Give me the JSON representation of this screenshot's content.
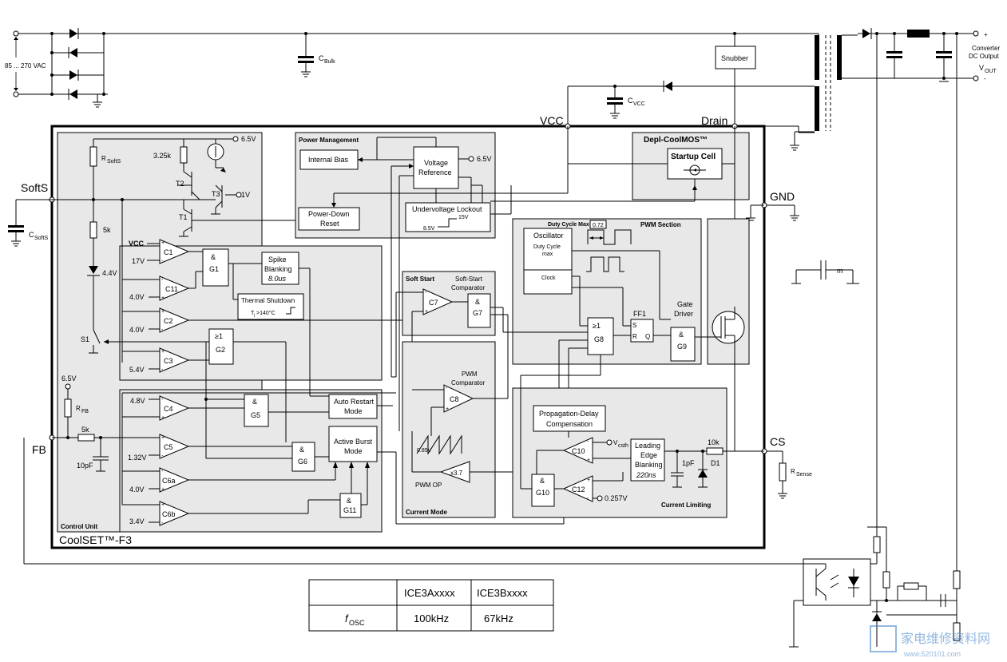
{
  "input": {
    "voltage_label": "85 ... 270 VAC"
  },
  "labels": {
    "cbulk": "C",
    "cbulk_sub": "Bulk",
    "cvcc": "C",
    "cvcc_sub": "VCC",
    "csofts": "C",
    "csofts_sub": "SoftS",
    "snubber": "Snubber",
    "converter_output": [
      "Converter",
      "DC Output"
    ],
    "vout": "V",
    "vout_sub": "OUT",
    "plus": "+",
    "minus": "-",
    "m": "m"
  },
  "pins": {
    "vcc": "VCC",
    "drain": "Drain",
    "softs": "SoftS",
    "gnd": "GND",
    "cs": "CS",
    "fb": "FB"
  },
  "chip_name": "CoolSET™-F3",
  "control_unit": {
    "title": "Control Unit",
    "v65": "6.5V",
    "r325k": "3.25k",
    "rsofts": "R",
    "rsofts_sub": "SoftS",
    "r5k": "5k",
    "t1": "T1",
    "t2": "T2",
    "t3": "T3",
    "t3_ref": "1V",
    "zener": "4.4V",
    "s1": "S1",
    "vcc_label": "VCC",
    "v17": "17V",
    "v40a": "4.0V",
    "v40b": "4.0V",
    "v54": "5.4V",
    "v65b": "6.5V",
    "rfb": "R",
    "rfb_sub": "FB",
    "r5k_fb": "5k",
    "c10pf": "10pF",
    "v48": "4.8V",
    "v132": "1.32V",
    "v40c": "4.0V",
    "v34": "3.4V",
    "c1": "C1",
    "c11": "C11",
    "c2": "C2",
    "c3": "C3",
    "c4": "C4",
    "c5": "C5",
    "c6a": "C6a",
    "c6b": "C6b",
    "g1_sym": "&",
    "g1": "G1",
    "g2_sym": "≥1",
    "g2": "G2",
    "g5_sym": "&",
    "g5": "G5",
    "g6_sym": "&",
    "g6": "G6",
    "g11_sym": "&",
    "g11": "G11",
    "spike": "Spike",
    "blanking": "Blanking",
    "spike_time": "8.0us",
    "thermal": "Thermal Shutdown",
    "thermal_cond": "T",
    "thermal_cond_sub": "j",
    "thermal_cond_rest": ">140°C",
    "auto_restart": [
      "Auto Restart",
      "Mode"
    ],
    "active_burst": [
      "Active Burst",
      "Mode"
    ]
  },
  "power_management": {
    "title": "Power Management",
    "internal_bias": "Internal Bias",
    "voltage_reference": [
      "Voltage",
      "Reference"
    ],
    "vref_out": "6.5V",
    "power_down_reset": [
      "Power-Down",
      "Reset"
    ],
    "uvlo": "Undervoltage Lockout",
    "uvlo_hi": "15V",
    "uvlo_lo": "8.5V"
  },
  "depl": {
    "title": "Depl-CoolMOS™",
    "startup": "Startup Cell"
  },
  "pwm_section": {
    "title": "PWM Section",
    "duty_cycle_max": "Duty Cycle Max",
    "duty_val": "0.72",
    "oscillator": "Oscillator",
    "duty_cycle": "Duty Cycle",
    "max": "max",
    "clock": "Clock",
    "ff1": "FF1",
    "s": "S",
    "r": "R",
    "q": "Q",
    "g8_sym": "≥1",
    "g8": "G8",
    "gate_driver": [
      "Gate",
      "Driver"
    ],
    "g9_sym": "&",
    "g9": "G9"
  },
  "soft_start": {
    "title": "Soft Start",
    "comparator": [
      "Soft-Start",
      "Comparator"
    ],
    "c7": "C7",
    "g7_sym": "&",
    "g7": "G7"
  },
  "current_mode": {
    "title": "Current Mode",
    "pwm_comp": [
      "PWM",
      "Comparator"
    ],
    "c8": "C8",
    "ramp_v": "0.85V",
    "pwm_op": "PWM OP",
    "gain": "x3.7"
  },
  "current_limiting": {
    "title": "Current Limiting",
    "prop_delay": [
      "Propagation-Delay",
      "Compensation"
    ],
    "c10": "C10",
    "vcsth": "V",
    "vcsth_sub": "csth",
    "leb": [
      "Leading",
      "Edge",
      "Blanking"
    ],
    "leb_time": "220ns",
    "c1pf": "1pF",
    "r10k": "10k",
    "d1": "D1",
    "c12": "C12",
    "v0257": "0.257V",
    "g10_sym": "&",
    "g10": "G10"
  },
  "rsense": "R",
  "rsense_sub": "Sense",
  "table": {
    "headers": [
      "",
      "ICE3Axxxx",
      "ICE3Bxxxx"
    ],
    "row_label": "f",
    "row_label_sub": "OSC",
    "values": [
      "100kHz",
      "67kHz"
    ]
  },
  "watermark": {
    "text": "家电维修资料网",
    "url": "www.520101.com"
  }
}
